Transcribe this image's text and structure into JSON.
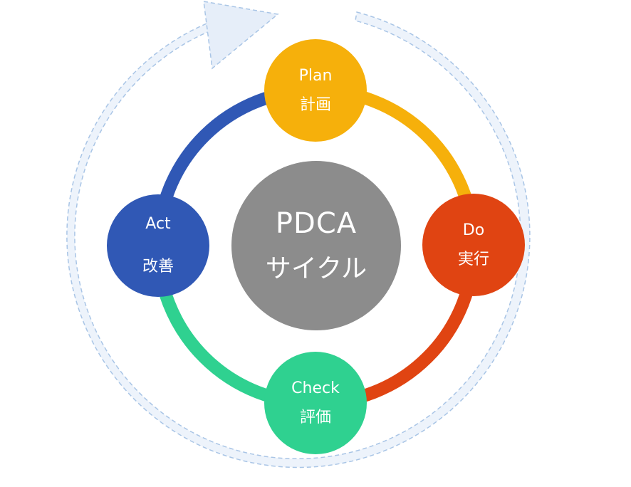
{
  "center": {
    "title": "PDCA",
    "subtitle": "サイクル",
    "color": "#8c8c8c"
  },
  "nodes": [
    {
      "id": "plan",
      "en": "Plan",
      "ja": "計画",
      "color": "#f6b00b"
    },
    {
      "id": "do",
      "en": "Do",
      "ja": "実行",
      "color": "#e04412"
    },
    {
      "id": "check",
      "en": "Check",
      "ja": "評価",
      "color": "#2fd190"
    },
    {
      "id": "act",
      "en": "Act",
      "ja": "改善",
      "color": "#3058b5"
    }
  ],
  "outer_cycle": {
    "stroke": "#a9c5e6",
    "fill": "#e9f1fb"
  }
}
